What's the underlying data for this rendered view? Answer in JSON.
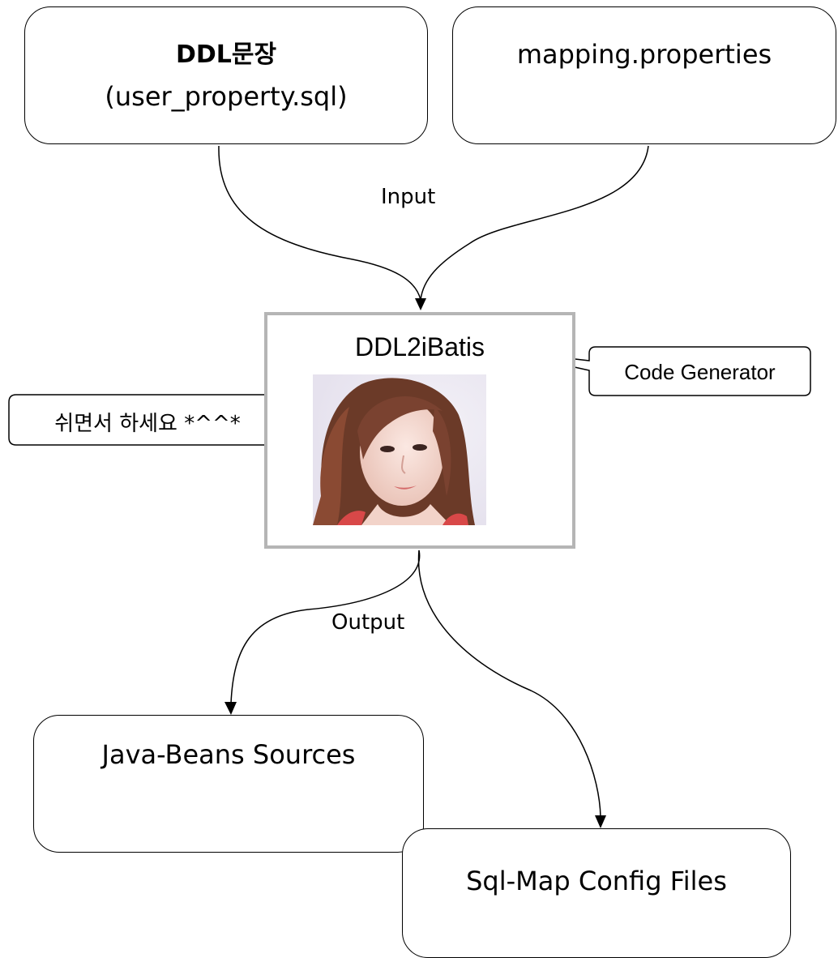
{
  "inputs": {
    "ddl_box": {
      "line1": "DDL문장",
      "line2": "(user_property.sql)"
    },
    "mapping_box": {
      "label": "mapping.properties"
    }
  },
  "labels": {
    "input": "Input",
    "output": "Output"
  },
  "center": {
    "title": "DDL2iBatis"
  },
  "callouts": {
    "code_generator": "Code Generator",
    "rest_message": "쉬면서 하세요 *^^*"
  },
  "outputs": {
    "java_beans": "Java-Beans Sources",
    "sqlmap": "Sql-Map Config Files"
  },
  "colors": {
    "stroke": "#000000",
    "center_border": "#b5b5b5"
  }
}
